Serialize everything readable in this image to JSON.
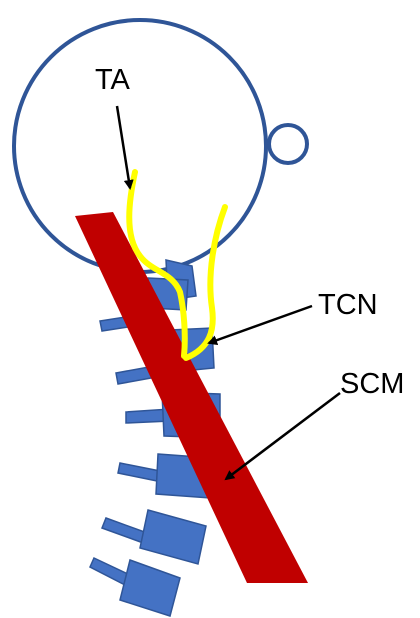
{
  "labels": {
    "ta": "TA",
    "tcn": "TCN",
    "scm": "SCM"
  },
  "colors": {
    "skull_outline": "#2F5597",
    "vertebra_fill": "#4472C4",
    "vertebra_stroke": "#2F5597",
    "muscle": "#C00000",
    "nerve": "#FFFF00",
    "arrow": "#000000",
    "background": "#FFFFFF"
  }
}
